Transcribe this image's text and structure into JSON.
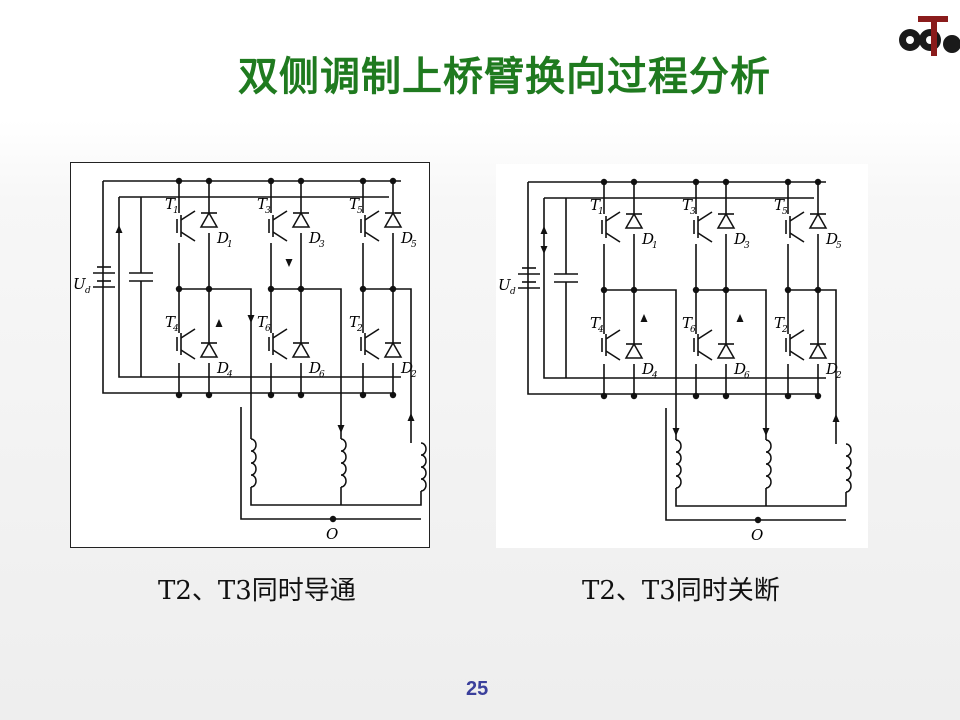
{
  "slide": {
    "title": "双侧调制上桥臂换向过程分析",
    "page_number": "25",
    "title_color": "#1f7a1f",
    "page_number_color": "#3a3f9b"
  },
  "logo": {
    "icon": "university-logo-icon"
  },
  "diagrams": [
    {
      "caption": "T2、T3同时导通",
      "labels": {
        "ud": "U",
        "ud_sub": "d",
        "o": "O",
        "T": [
          "1",
          "3",
          "5",
          "4",
          "6",
          "2"
        ],
        "D": [
          "1",
          "3",
          "5",
          "4",
          "6",
          "2"
        ]
      }
    },
    {
      "caption": "T2、T3同时关断",
      "labels": {
        "ud": "U",
        "ud_sub": "d",
        "o": "O",
        "T": [
          "1",
          "3",
          "5",
          "4",
          "6",
          "2"
        ],
        "D": [
          "1",
          "3",
          "5",
          "4",
          "6",
          "2"
        ]
      }
    }
  ]
}
